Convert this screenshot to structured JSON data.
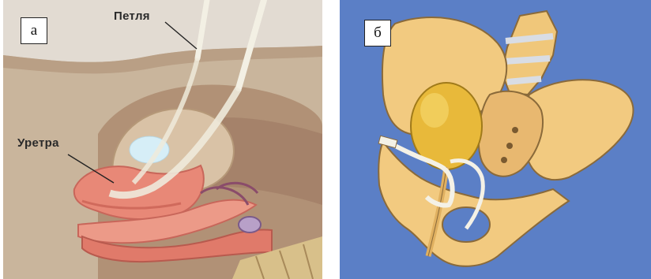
{
  "panels": [
    {
      "letter": "а",
      "labels": {
        "loop": "Петля",
        "urethra": "Уретра"
      }
    },
    {
      "letter": "б"
    }
  ],
  "colors": {
    "panel_a_background": "#c7b39b",
    "panel_b_background": "#5b7fc6",
    "bone": "#f0c77a",
    "bladder": "#e8b93a",
    "tissue_pink": "#e88a7a",
    "sling": "#f4f1e6"
  }
}
